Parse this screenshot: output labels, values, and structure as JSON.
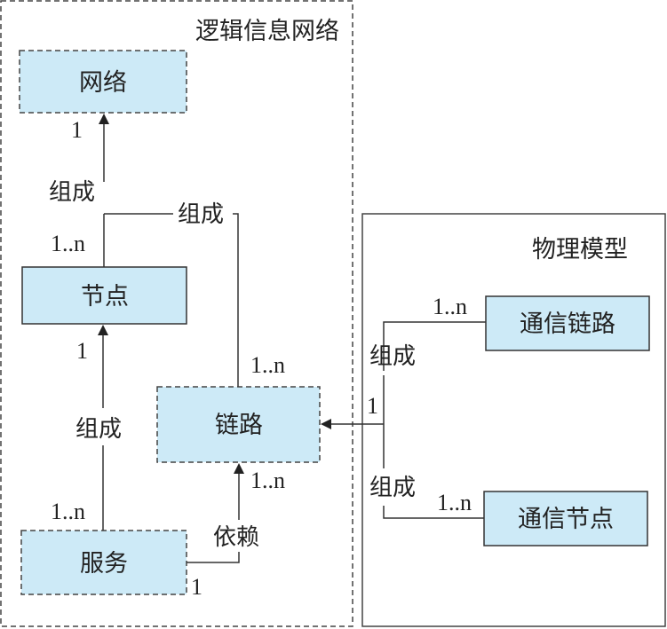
{
  "colors": {
    "box_fill": "#cdeaf7",
    "stroke": "#333333",
    "dashed_stroke": "#444444"
  },
  "containers": {
    "logical": {
      "title": "逻辑信息网络"
    },
    "physical": {
      "title": "物理模型"
    }
  },
  "boxes": {
    "network": "网络",
    "node": "节点",
    "link": "链路",
    "service": "服务",
    "comm_link": "通信链路",
    "comm_node": "通信节点"
  },
  "relations": {
    "node_to_network": {
      "label": "组成",
      "source_mult": "1..n",
      "target_mult": "1"
    },
    "link_to_network": {
      "label": "组成",
      "source_mult": "1..n"
    },
    "service_to_node": {
      "label": "组成",
      "source_mult": "1..n",
      "target_mult": "1"
    },
    "service_to_link": {
      "label": "依赖",
      "source_mult": "1",
      "target_mult": "1..n"
    },
    "physical_to_link": {
      "target_mult": "1"
    },
    "comm_link_compose": {
      "label": "组成",
      "mult": "1..n"
    },
    "comm_node_compose": {
      "label": "组成",
      "mult": "1..n"
    }
  }
}
